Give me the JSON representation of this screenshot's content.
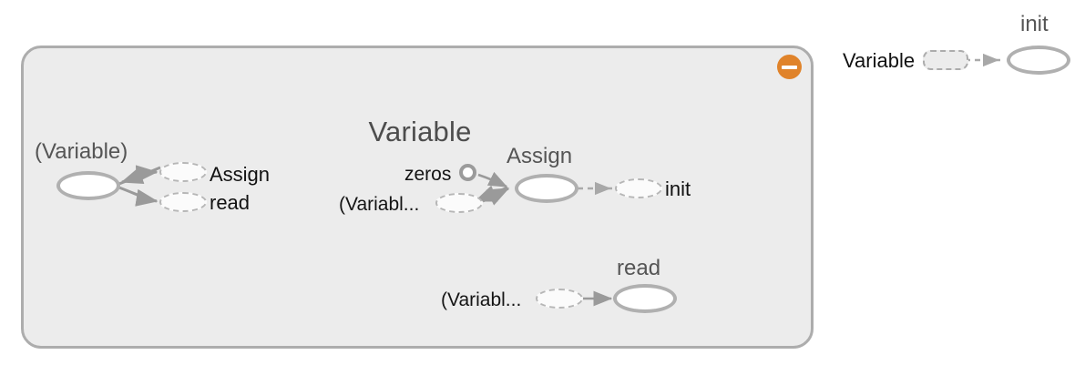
{
  "graph": {
    "type": "tensorflow-graph-metanode",
    "expanded_group": {
      "title": "Variable",
      "collapse_button": {
        "name": "collapse-minus-button",
        "color": "#e0832a",
        "glyph": "minus"
      }
    },
    "left_cluster": {
      "source_label": "(Variable)",
      "targets": [
        {
          "label": "Assign",
          "shape": "dashed-ellipse"
        },
        {
          "label": "read",
          "shape": "dashed-ellipse"
        }
      ]
    },
    "middle_cluster": {
      "input_labels": [
        {
          "label": "zeros",
          "shape": "small-circle"
        },
        {
          "label": "(Variabl...",
          "shape": "dashed-ellipse"
        }
      ],
      "op_title": "Assign",
      "output": {
        "label": "init",
        "shape": "dashed-ellipse"
      }
    },
    "bottom_cluster": {
      "input_label": "(Variabl...",
      "op_title": "read"
    },
    "legend_cluster": {
      "source_label": "Variable",
      "source_shape": "dashed-rounded-rect",
      "target_label": "init",
      "target_shape": "solid-ellipse"
    },
    "colors": {
      "group_fill": "#ececec",
      "group_stroke": "#adadad",
      "node_stroke": "#b0b0b0",
      "edge": "#9a9a9a",
      "accent": "#e0832a",
      "title_text": "#4d4d4d",
      "label_text": "#111111"
    }
  }
}
